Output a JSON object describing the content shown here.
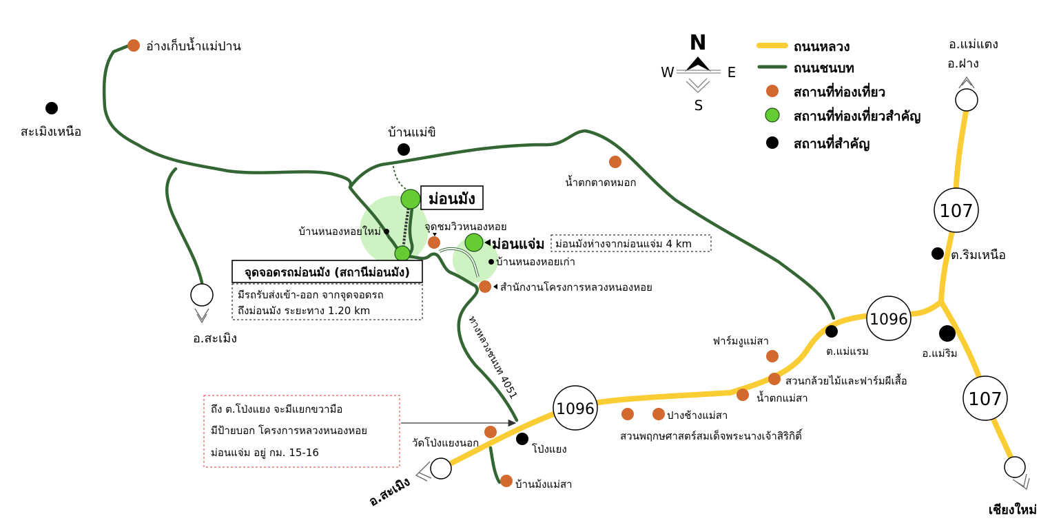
{
  "legend": {
    "highway": "ถนนหลวง",
    "rural_road": "ถนนชนบท",
    "attraction": "สถานที่ท่องเที่ยว",
    "key_attraction": "สถานที่ท่องเที่ยวสำคัญ",
    "landmark": "สถานที่สำคัญ"
  },
  "compass": {
    "n": "N",
    "e": "E",
    "s": "S",
    "w": "W"
  },
  "colors": {
    "highway": "#fbcd35",
    "rural_road": "#336633",
    "attraction": "#d2692f",
    "key_attraction": "#66cc33",
    "key_area": "#c6f0b7",
    "landmark": "#000000"
  },
  "places": {
    "mae_pan_reservoir": "อ่างเก็บน้ำแม่ปาน",
    "samoeng_nuea": "สะเมิงเหนือ",
    "ban_mae_khi": "บ้านแม่ขิ",
    "mon_mang": "ม่อนมัง",
    "ban_nong_hoi_mai": "บ้านหนองหอยใหม่",
    "viewpoint": "จุดชมวิวหนองหอย",
    "mon_jam": "ม่อนแจ่ม",
    "ban_nong_hoi_kao": "บ้านหนองหอยเก่า",
    "royal_project_office": "สำนักงานโครงการหลวงหนองหอย",
    "nam_tok_tat_mok": "น้ำตกตาดหมอก",
    "parking": "จุดจอดรถม่อนมัง (สถานีม่อนมัง)",
    "amphoe_samoeng_top": "อ.สะเมิง",
    "amphoe_samoeng_bottom": "อ.สะเมิง",
    "road_4051": "ทางหลวงชนบท 4051",
    "wat_pong_yaeng_nok": "วัดโป่งแยงนอก",
    "pong_yaeng": "โป่งแยง",
    "ban_mang_mae_sa": "บ้านม้งแม่สา",
    "mae_sa_elephant": "ปางช้างแม่สา",
    "botanic_garden": "สวนพฤกษศาสตร์สมเด็จพระนางเจ้าสิริกิติ์",
    "mae_sa_waterfall": "น้ำตกแม่สา",
    "banana_butterfly": "สวนกล้วยไม้และฟาร์มผีเสื้อ",
    "snake_farm": "ฟาร์มงูแม่สา",
    "tambon_mae_raem": "ต.แม่แรม",
    "tambon_rim_nuea": "ต.ริมเหนือ",
    "amphoe_mae_rim": "อ.แม่ริม",
    "amphoe_mae_taeng": "อ.แม่แตง",
    "amphoe_fang": "อ.ฝาง",
    "chiang_mai": "เชียงใหม่"
  },
  "road_shields": {
    "r1096_east": "1096",
    "r1096_west": "1096",
    "r107_north": "107",
    "r107_south": "107"
  },
  "notes": {
    "distance": "ม่อนมังห่างจากม่อนแจ่ม 4 km",
    "shuttle_line1": "มีรถรับส่งเข้า-ออก จากจุดจอดรถ",
    "shuttle_line2": "ถึงม่อนมัง ระยะทาง 1.20 km",
    "direction_line1": "ถึง ต.โป่งแยง จะมีแยกขวามือ",
    "direction_line2": "มีป้ายบอก โครงการหลวงหนองหอย",
    "direction_line3": "ม่อนแจ่ม อยู่ กม. 15-16"
  }
}
